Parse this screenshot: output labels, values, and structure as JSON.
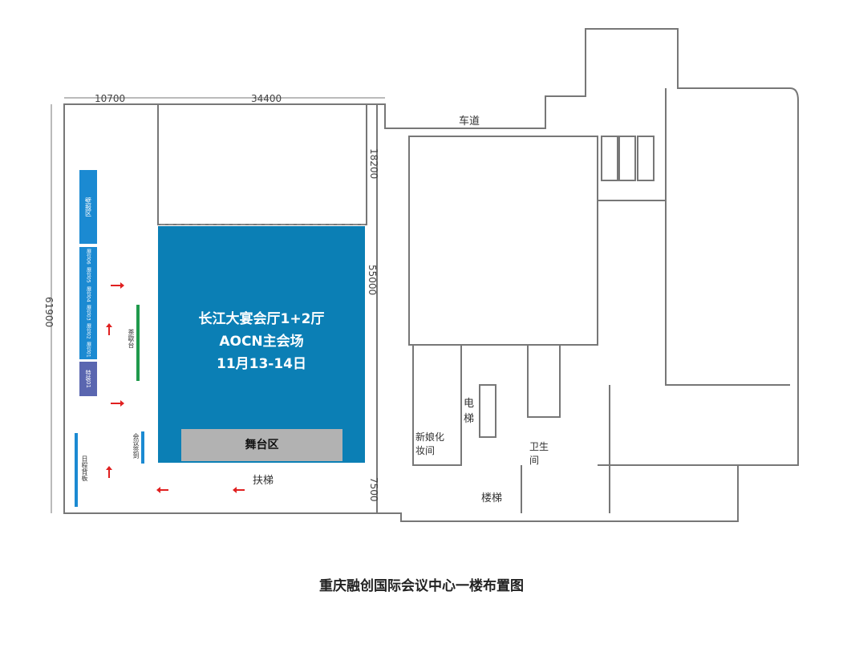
{
  "dimensions": {
    "top_left": "10700",
    "top_main": "34400",
    "left_total": "61900",
    "right_hall": "55000",
    "right_top": "18200",
    "bottom_right": "7500"
  },
  "hall": {
    "line1": "长江大宴会厅1+2厅",
    "line2": "AOCN主会场",
    "line3": "11月13-14日"
  },
  "stage": "舞台区",
  "areas": {
    "poster": "壁报区",
    "booths": [
      "展位06",
      "展位05",
      "展位04",
      "展位03",
      "展位02",
      "展位01"
    ],
    "special": "特装01",
    "tea": "茶歇台",
    "signin": "会议签到",
    "schedule": "日程背板"
  },
  "rooms": {
    "driveway": "车道",
    "escalator": "扶梯",
    "elevator": "电梯",
    "bridal": "新娘化妆间",
    "restroom": "卫生间",
    "stairs": "楼梯"
  },
  "caption": "重庆融创国际会议中心一楼布置图",
  "colors": {
    "hall": "#0b7fb5",
    "booth": "#1b8ad2",
    "special": "#5a66b0",
    "tea": "#1f9a4c",
    "arrow": "#e02020"
  }
}
